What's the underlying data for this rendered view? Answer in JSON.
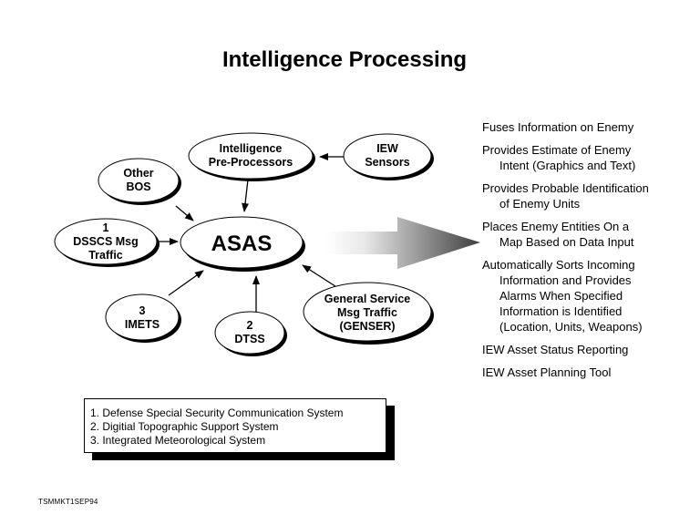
{
  "title": "Intelligence Processing",
  "nodes": {
    "intel_preprocessors": [
      "Intelligence",
      "Pre-Processors"
    ],
    "iew_sensors": [
      "IEW",
      "Sensors"
    ],
    "other_bos": [
      "Other",
      "BOS"
    ],
    "asas": "ASAS",
    "dsscs": [
      "1",
      "DSSCS Msg",
      "Traffic"
    ],
    "imets": [
      "3",
      "IMETS"
    ],
    "dtss": [
      "2",
      "DTSS"
    ],
    "genser": [
      "General Service",
      "Msg Traffic",
      "(GENSER)"
    ]
  },
  "capabilities": [
    [
      "Fuses Information on Enemy"
    ],
    [
      "Provides Estimate of Enemy",
      "Intent (Graphics and Text)"
    ],
    [
      "Provides Probable Identification",
      "of Enemy Units"
    ],
    [
      "Places Enemy Entities On a",
      "Map Based on Data Input"
    ],
    [
      "Automatically Sorts Incoming",
      "Information and Provides",
      "Alarms When Specified",
      "Information is Identified",
      "(Location, Units, Weapons)"
    ],
    [
      "IEW Asset Status Reporting"
    ],
    [
      "IEW Asset Planning Tool"
    ]
  ],
  "legend": [
    "1. Defense Special Security Communication System",
    "2. Digitial Topographic Support System",
    "3. Integrated Meteorological System"
  ],
  "footer_code": "TSMMKT1SEP94",
  "colors": {
    "ink": "#000000",
    "background": "#ffffff",
    "arrow_gradient_light": "#ffffff",
    "arrow_gradient_dark": "#4a4a4a"
  }
}
